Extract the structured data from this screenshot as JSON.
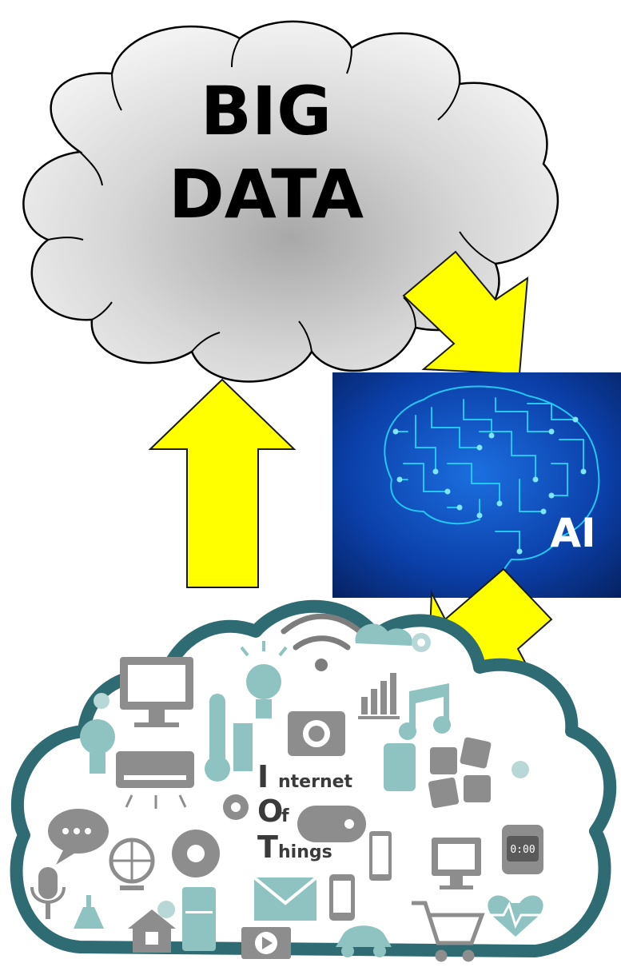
{
  "big_data": {
    "line1": "BIG",
    "line2": "DATA"
  },
  "ai": {
    "label": "AI"
  },
  "iot": {
    "word1_initial": "I",
    "word1_rest": "nternet",
    "word2_initial": "O",
    "word2_rest": "f",
    "word3_initial": "T",
    "word3_rest": "hings"
  },
  "watch_time": "0:00",
  "colors": {
    "arrow_fill": "#ffff00",
    "arrow_stroke": "#1a1a1a",
    "ai_panel": "#0a3fa6",
    "circuit": "#23c8f0",
    "cloud_outline": "#2f6b73",
    "icon_gray": "#9a9a9a",
    "icon_teal": "#8ec3c1"
  }
}
